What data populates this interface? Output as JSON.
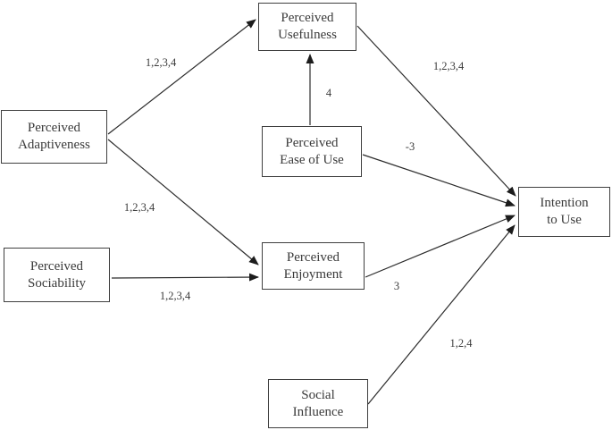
{
  "diagram": {
    "background_color": "#ffffff",
    "line_color": "#2b2b2b",
    "text_color": "#3a3a3a",
    "nodes": {
      "perceived_usefulness": {
        "line1": "Perceived",
        "line2": "Usefulness"
      },
      "perceived_adaptiveness": {
        "line1": "Perceived",
        "line2": "Adaptiveness"
      },
      "perceived_ease_of_use": {
        "line1": "Perceived",
        "line2": "Ease of Use"
      },
      "intention_to_use": {
        "line1": "Intention",
        "line2": "to Use"
      },
      "perceived_enjoyment": {
        "line1": "Perceived",
        "line2": "Enjoyment"
      },
      "perceived_sociability": {
        "line1": "Perceived",
        "line2": "Sociability"
      },
      "social_influence": {
        "line1": "Social",
        "line2": "Influence"
      }
    },
    "edges": [
      {
        "from": "perceived_adaptiveness",
        "to": "perceived_usefulness",
        "label": "1,2,3,4"
      },
      {
        "from": "perceived_adaptiveness",
        "to": "perceived_enjoyment",
        "label": "1,2,3,4"
      },
      {
        "from": "perceived_sociability",
        "to": "perceived_enjoyment",
        "label": "1,2,3,4"
      },
      {
        "from": "perceived_ease_of_use",
        "to": "perceived_usefulness",
        "label": "4"
      },
      {
        "from": "perceived_usefulness",
        "to": "intention_to_use",
        "label": "1,2,3,4"
      },
      {
        "from": "perceived_ease_of_use",
        "to": "intention_to_use",
        "label": "-3"
      },
      {
        "from": "perceived_enjoyment",
        "to": "intention_to_use",
        "label": "3"
      },
      {
        "from": "social_influence",
        "to": "intention_to_use",
        "label": "1,2,4"
      }
    ]
  }
}
